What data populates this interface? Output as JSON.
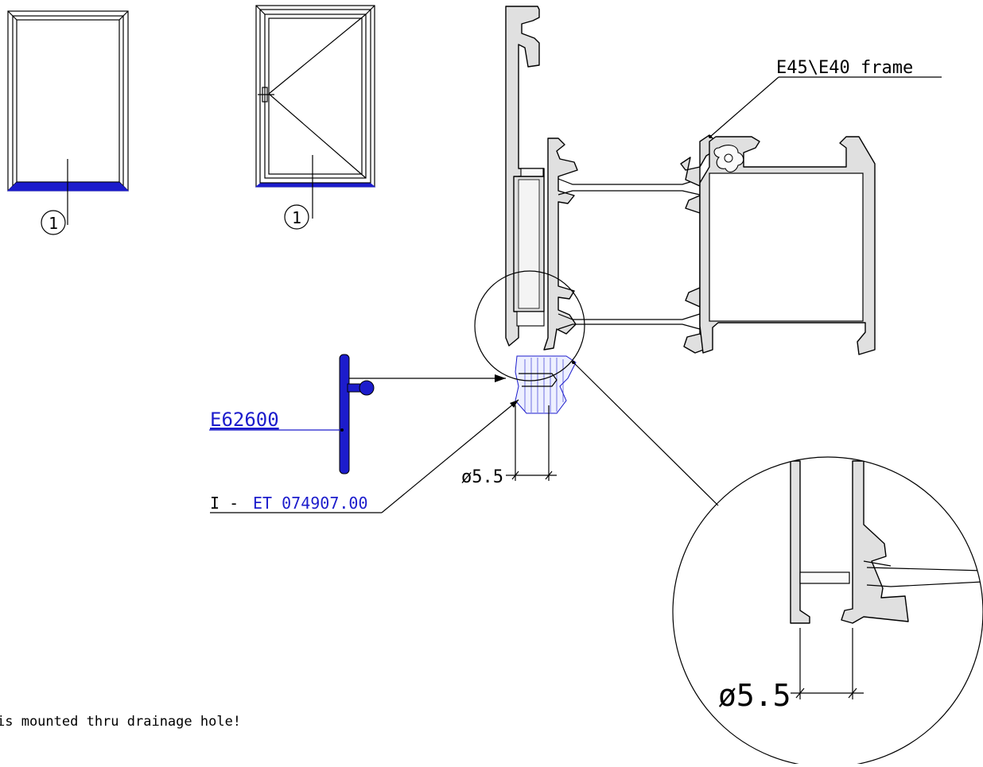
{
  "labels": {
    "frame_label": "E45\\E40 frame",
    "profile_code": "E62600",
    "accessory_prefix": "I -",
    "accessory_code": "ET 074907.00",
    "diameter": "ø5.5",
    "detail_diameter": "ø5.5",
    "callout_fixed": "1",
    "callout_opening": "1",
    "note": "is mounted thru drainage hole!"
  },
  "colors": {
    "line": "#000000",
    "highlight": "#1c1ccc",
    "profile_fill": "#e0e0e0",
    "background": "#ffffff"
  }
}
